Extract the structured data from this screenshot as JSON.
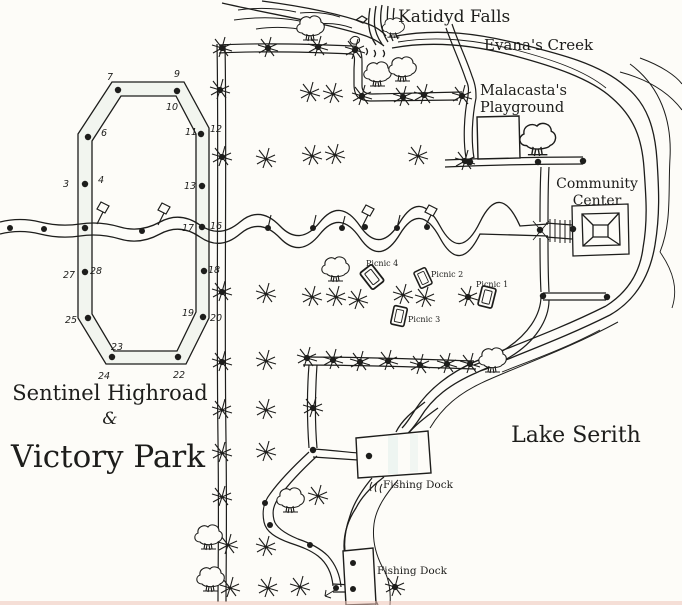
{
  "colors": {
    "ink": "#1d1d1b",
    "paper": "#fdfcf8",
    "trail_fill": "#f2f5ef",
    "dock_tint": "#eaf2ef",
    "scan_edge": "#eec4ba"
  },
  "title": {
    "line1": "Sentinel Highroad",
    "ampersand": "&",
    "line2": "Victory Park"
  },
  "labels": {
    "falls": "Katidyd Falls",
    "creek": "Evana's Creek",
    "playground_line1": "Malacasta's",
    "playground_line2": "Playground",
    "community_line1": "Community",
    "community_line2": "Center",
    "lake": "Lake Serith",
    "dock_upper": "Fishing Dock",
    "dock_lower": "Fishing Dock"
  },
  "picnic_sites": [
    {
      "label": "Picnic 4"
    },
    {
      "label": "Picnic 2"
    },
    {
      "label": "Picnic 1"
    },
    {
      "label": "Picnic 3"
    }
  ],
  "trail_stations": [
    {
      "label": "7"
    },
    {
      "label": "9"
    },
    {
      "label": "10"
    },
    {
      "label": "6"
    },
    {
      "label": "11"
    },
    {
      "label": "12"
    },
    {
      "label": "3"
    },
    {
      "label": "4"
    },
    {
      "label": "13"
    },
    {
      "label": "17"
    },
    {
      "label": "16"
    },
    {
      "label": "27"
    },
    {
      "label": "28"
    },
    {
      "label": "18"
    },
    {
      "label": "25"
    },
    {
      "label": "19"
    },
    {
      "label": "20"
    },
    {
      "label": "23"
    },
    {
      "label": "24"
    },
    {
      "label": "22"
    }
  ]
}
